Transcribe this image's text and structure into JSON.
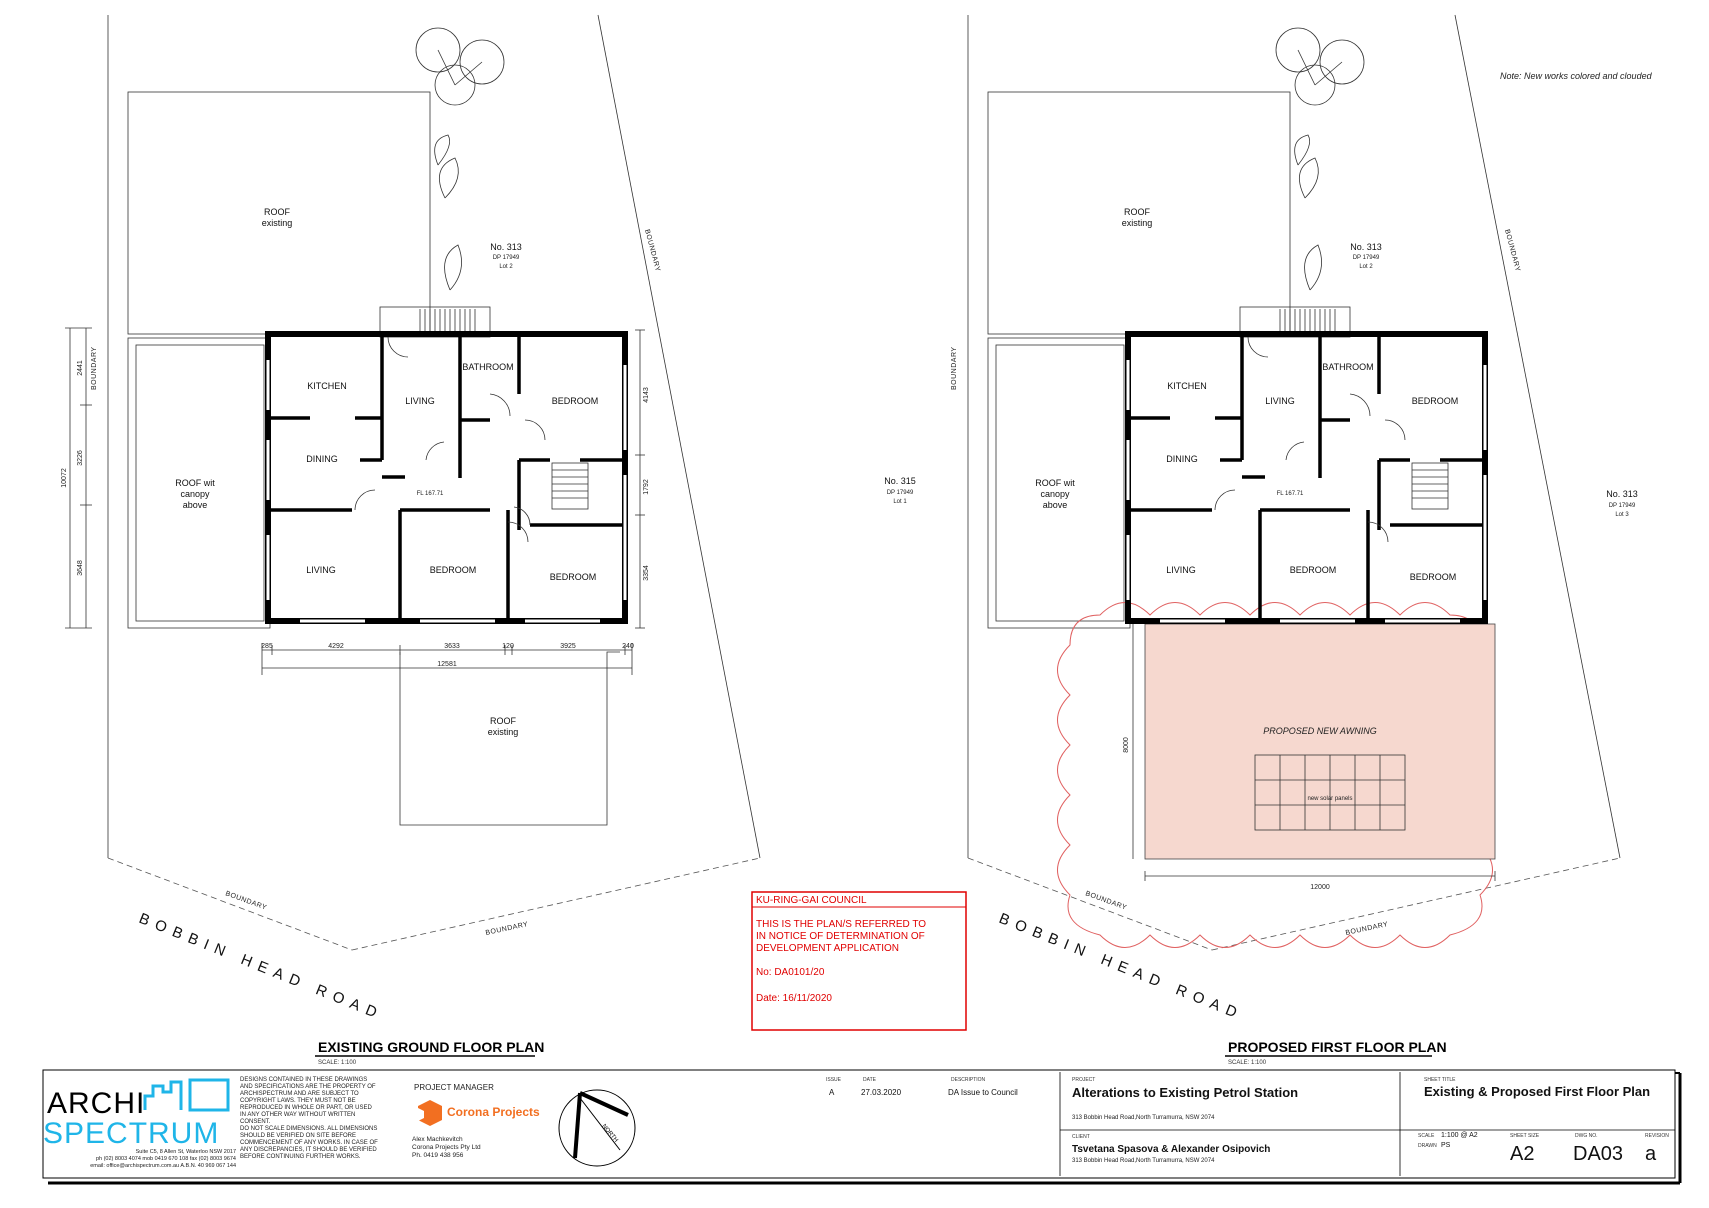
{
  "note": "Note: New works colored and clouded",
  "rooms": {
    "kitchen": "KITCHEN",
    "living": "LIVING",
    "bathroom": "BATHROOM",
    "bedroom": "BEDROOM",
    "dining": "DINING",
    "fl": "FL 167.71"
  },
  "roof_existing": [
    "ROOF",
    "existing"
  ],
  "roof_canopy": [
    "ROOF wit",
    "canopy",
    "above"
  ],
  "lots": {
    "no313_left": {
      "no": "No. 313",
      "dp": "DP 17949",
      "lot": "Lot 2"
    },
    "no315": {
      "no": "No. 315",
      "dp": "DP 17949",
      "lot": "Lot 1"
    },
    "no313_right_top": {
      "no": "No. 313",
      "dp": "DP 17949",
      "lot": "Lot 2"
    },
    "no313_right": {
      "no": "No. 313",
      "dp": "DP 17949",
      "lot": "Lot 3"
    }
  },
  "boundary": "BOUNDARY",
  "road": "BOBBIN HEAD ROAD",
  "dims": {
    "bottom": [
      "285",
      "4292",
      "3633",
      "120",
      "3925",
      "240"
    ],
    "bottom_total": "12581",
    "left": [
      "2441",
      "3226",
      "3648"
    ],
    "left_total": "10072",
    "right": [
      "4143",
      "1792",
      "3354"
    ],
    "awning_width": "12000",
    "awning_depth": "8000"
  },
  "awning": {
    "label": "PROPOSED NEW AWNING",
    "solar": "new solar panels",
    "fill": "#f6d8cf",
    "cloud": "#e06060"
  },
  "plans": {
    "left_title": "EXISTING GROUND FLOOR PLAN",
    "right_title": "PROPOSED FIRST FLOOR PLAN",
    "scale": "SCALE: 1:100"
  },
  "council": {
    "title": "KU-RING-GAI COUNCIL",
    "line1": "THIS IS THE PLAN/S REFERRED TO",
    "line2": "IN NOTICE OF DETERMINATION OF",
    "line3": "DEVELOPMENT APPLICATION",
    "no": "No:  DA0101/20",
    "date": "Date:  16/11/2020",
    "color": "#e00000"
  },
  "titleblock": {
    "logo_top": "ARCHI",
    "logo_bottom": "SPECTRUM",
    "address": "Suite C5, 8 Allen St, Waterloo NSW 2017",
    "phone": "ph (02) 8003 4074 mob  0419 670 108 fax  (02) 8003 9674",
    "email": "email:  office@archispectrum.com.au   A.B.N.   40  969  067  144",
    "disclaimer": [
      "DESIGNS CONTAINED IN THESE DRAWINGS",
      "AND SPECIFICATIONS ARE THE PROPERTY OF",
      "ARCHISPECTRUM AND ARE SUBJECT TO",
      "COPYRIGHT LAWS. THEY MUST NOT BE",
      "REPRODUCED IN WHOLE OR PART, OR USED",
      "IN ANY OTHER WAY WITHOUT WRITTEN",
      "CONSENT.",
      "DO NOT SCALE DIMENSIONS. ALL DIMENSIONS",
      "SHOULD BE VERIFIED ON SITE BEFORE",
      "COMMENCEMENT OF ANY WORKS. IN CASE OF",
      "ANY DISCREPANCIES, IT SHOULD BE VERIFIED",
      "BEFORE CONTINUING FURTHER WORKS."
    ],
    "pm_label": "PROJECT MANAGER",
    "pm_company": "Corona Projects",
    "pm_name": "Alex Machkevitch",
    "pm_co": "Corona Projects Pty Ltd",
    "pm_phone": "Ph. 0419 438 956",
    "north": "NORTH",
    "issue_h": "ISSUE",
    "date_h": "DATE",
    "desc_h": "DESCRIPTION",
    "issue": "A",
    "date": "27.03.2020",
    "desc": "DA Issue to Council",
    "project_h": "PROJECT",
    "project": "Alterations to Existing Petrol Station",
    "project_addr": "313 Bobbin Head Road,North Turramurra, NSW 2074",
    "client_h": "CLIENT",
    "client": "Tsvetana Spasova & Alexander Osipovich",
    "client_addr": "313 Bobbin Head Road,North Turramurra, NSW 2074",
    "sheet_h": "SHEET TITLE",
    "sheet_title": "Existing & Proposed First Floor Plan",
    "scale_h": "SCALE",
    "scale": "1:100 @ A2",
    "drawn_h": "DRAWN",
    "drawn": "PS",
    "size_h": "SHEET SIZE",
    "size": "A2",
    "dwg_h": "DWG NO.",
    "dwg": "DA03",
    "rev_h": "REVISION",
    "rev": "a"
  }
}
